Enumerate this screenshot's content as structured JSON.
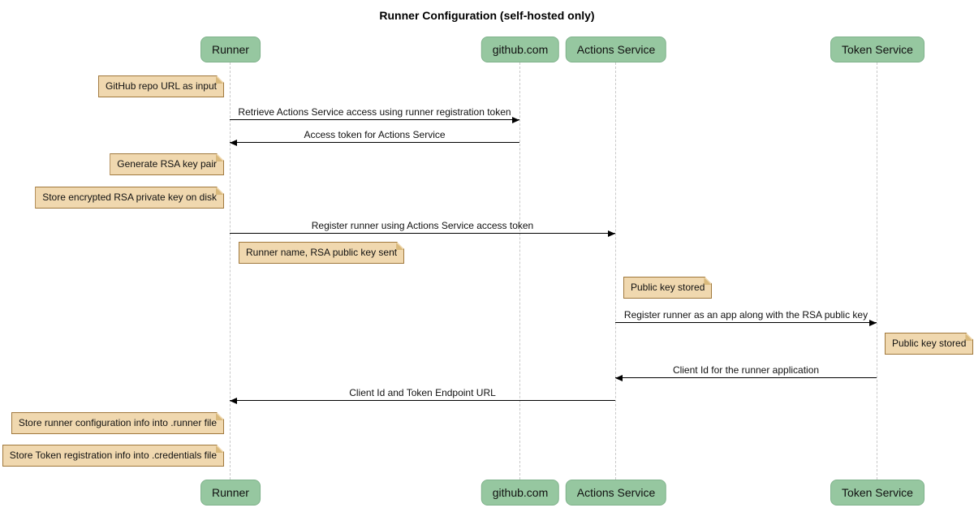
{
  "title": "Runner Configuration (self-hosted only)",
  "colors": {
    "participant_fill": "#96c7a0",
    "participant_border": "#7fb28b",
    "note_fill": "#f0d8af",
    "note_border": "#a0783c",
    "note_fold": "#d9b97c",
    "lifeline": "#c9c9c9",
    "arrow": "#000000"
  },
  "participants": [
    {
      "label": "Runner"
    },
    {
      "label": "github.com"
    },
    {
      "label": "Actions Service"
    },
    {
      "label": "Token Service"
    }
  ],
  "messages": [
    {
      "from": "Runner",
      "to": "github.com",
      "label": "Retrieve Actions Service access using runner registration token"
    },
    {
      "from": "github.com",
      "to": "Runner",
      "label": "Access token for Actions Service"
    },
    {
      "from": "Runner",
      "to": "Actions Service",
      "label": "Register runner using Actions Service access token"
    },
    {
      "from": "Actions Service",
      "to": "Token Service",
      "label": "Register runner as an app along with the RSA public key"
    },
    {
      "from": "Token Service",
      "to": "Actions Service",
      "label": "Client Id for the runner application"
    },
    {
      "from": "Actions Service",
      "to": "Runner",
      "label": "Client Id and Token Endpoint URL"
    }
  ],
  "notes": [
    {
      "text": "GitHub repo URL as input"
    },
    {
      "text": "Generate RSA key pair"
    },
    {
      "text": "Store encrypted RSA private key on disk"
    },
    {
      "text": "Runner name, RSA public key sent"
    },
    {
      "text": "Public key stored"
    },
    {
      "text": "Public key stored"
    },
    {
      "text": "Store runner configuration info into .runner file"
    },
    {
      "text": "Store Token registration info into .credentials file"
    }
  ]
}
